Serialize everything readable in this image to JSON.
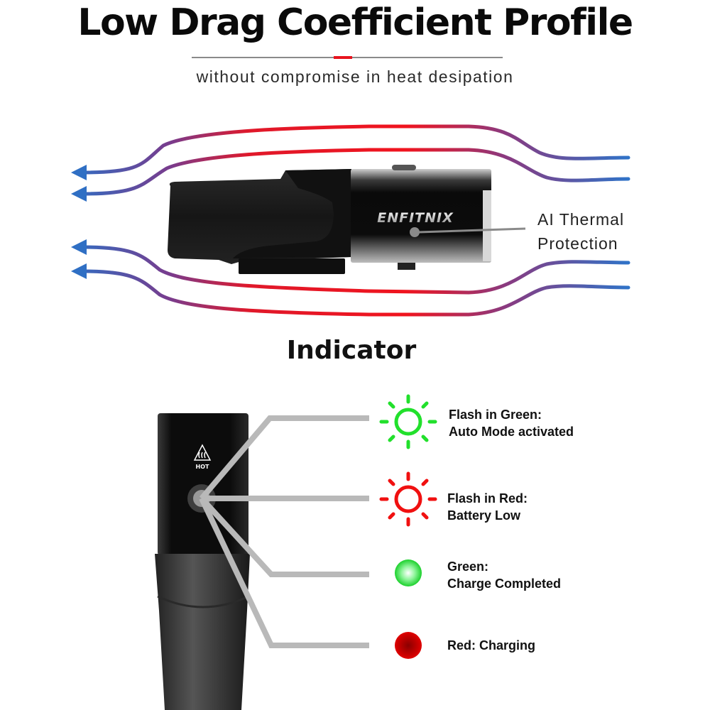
{
  "header": {
    "title": "Low Drag Coefficient Profile",
    "subtitle": "without compromise in heat desipation"
  },
  "product": {
    "brand_logo": "ENFITNIX",
    "callout": [
      "AI Thermal",
      "Protection"
    ],
    "hot_label": "HOT"
  },
  "airflow": {
    "direction": "right-to-left",
    "stream_count": 4,
    "colors": {
      "cool": "#2f73c8",
      "hot": "#f0141e",
      "mid": "#7a3b8c"
    }
  },
  "indicator": {
    "heading": "Indicator",
    "items": [
      {
        "icon": "flashing-sun-icon",
        "color": "#22e02c",
        "line1": "Flash in Green:",
        "line2": "Auto Mode activated"
      },
      {
        "icon": "flashing-sun-icon",
        "color": "#f01010",
        "line1": "Flash in Red:",
        "line2": "Battery Low"
      },
      {
        "icon": "solid-dot-icon",
        "color": "#2ee03c",
        "line1": "Green:",
        "line2": "Charge Completed"
      },
      {
        "icon": "solid-dot-icon",
        "color": "#c00000",
        "line1": "Red: Charging",
        "line2": ""
      }
    ]
  }
}
